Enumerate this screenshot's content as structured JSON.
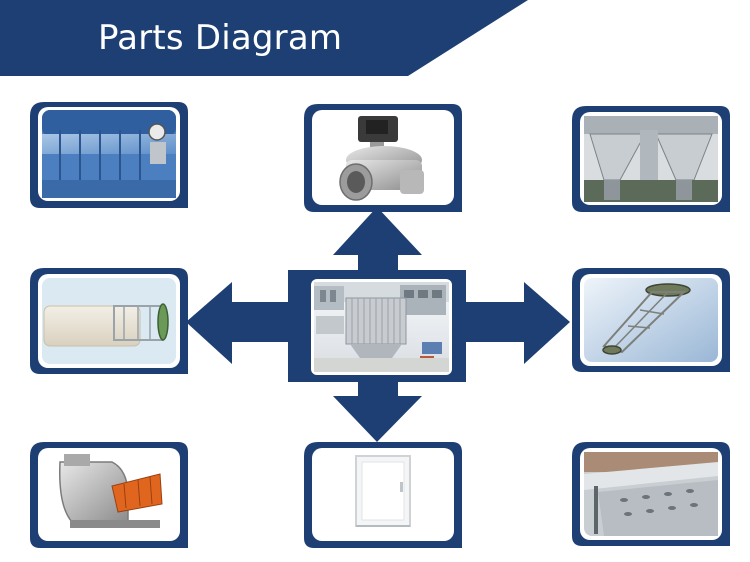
{
  "header": {
    "title": "Parts Diagram"
  },
  "colors": {
    "navy": "#1d3f73",
    "white": "#ffffff"
  },
  "parts": [
    {
      "name": "dust-collector-pipes",
      "icon": "pipes-icon"
    },
    {
      "name": "pulse-valve",
      "icon": "valve-icon"
    },
    {
      "name": "hopper",
      "icon": "hopper-icon"
    },
    {
      "name": "filter-bag",
      "icon": "bag-icon"
    },
    {
      "name": "filter-cage",
      "icon": "cage-icon"
    },
    {
      "name": "centrifugal-fan",
      "icon": "fan-icon"
    },
    {
      "name": "access-door",
      "icon": "door-icon"
    },
    {
      "name": "tube-sheet",
      "icon": "plate-icon"
    }
  ],
  "center": {
    "name": "dust-collector-unit",
    "icon": "factory-icon"
  }
}
